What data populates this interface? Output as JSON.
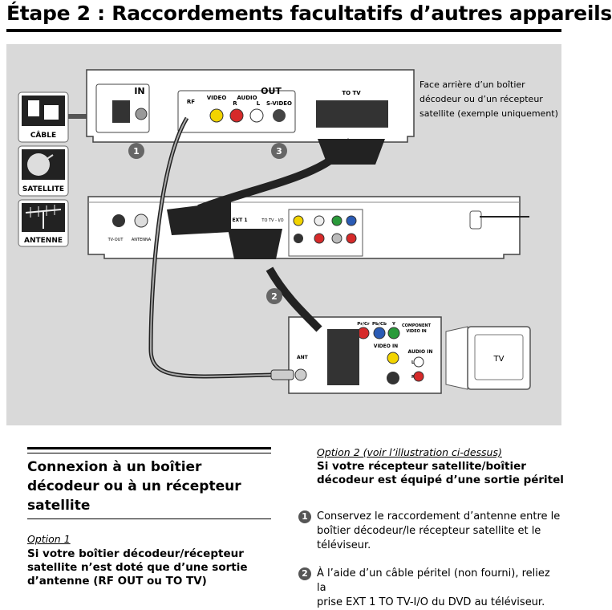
{
  "page": {
    "title": "Étape 2 : Raccordements facultatifs d’autres appareils"
  },
  "illustration": {
    "caption": "Face arrière d’un boîtier décodeur ou d’un récepteur satellite (exemple uniquement)",
    "caption_lines": [
      "Face arrière d’un boîtier",
      "décodeur ou d’un récepteur",
      "satellite (exemple uniquement)"
    ],
    "sources": [
      "CÂBLE",
      "SATELLITE",
      "ANTENNE"
    ],
    "stb": {
      "in": "IN",
      "out": "OUT",
      "rf": "RF",
      "video": "VIDEO",
      "audio": "AUDIO",
      "r": "R",
      "l": "L",
      "svideo": "S-VIDEO",
      "totv": "TO TV"
    },
    "dvd": {
      "tvout": "TV-OUT",
      "antenna": "ANTENNA",
      "ext1": "EXT 1",
      "totvio": "TO TV - I/O"
    },
    "tv": {
      "comp1": "Pr/Cr",
      "comp2": "Pb/Cb",
      "comp3": "Y",
      "component": "COMPONENT",
      "videoin_small": "VIDEO IN",
      "videoin": "VIDEO IN",
      "audioin": "AUDIO IN",
      "ant": "ANT",
      "l": "L",
      "r": "R",
      "tv": "TV"
    },
    "callouts": [
      "1",
      "2",
      "3"
    ]
  },
  "left": {
    "heading_lines": [
      "Connexion à un boîtier",
      "décodeur ou à un récepteur",
      "satellite"
    ],
    "option_label": "Option 1",
    "option_lines": [
      "Si votre boîtier décodeur/récepteur",
      "satellite n’est doté que d’une sortie",
      "d’antenne (RF OUT ou TO TV)"
    ]
  },
  "right": {
    "option_label": "Option 2 (voir l’illustration ci-dessus)",
    "option_lines": [
      "Si votre récepteur satellite/boîtier",
      "décodeur est équipé d’une sortie péritel"
    ],
    "steps": [
      {
        "num": "1",
        "lines": [
          "Conservez le raccordement d’antenne entre le",
          "boîtier décodeur/le récepteur satellite et le",
          "téléviseur."
        ]
      },
      {
        "num": "2",
        "lines": [
          "À l’aide d’un câble péritel (non fourni), reliez la",
          "prise EXT 1 TO TV-I/O du DVD au téléviseur."
        ]
      }
    ]
  }
}
